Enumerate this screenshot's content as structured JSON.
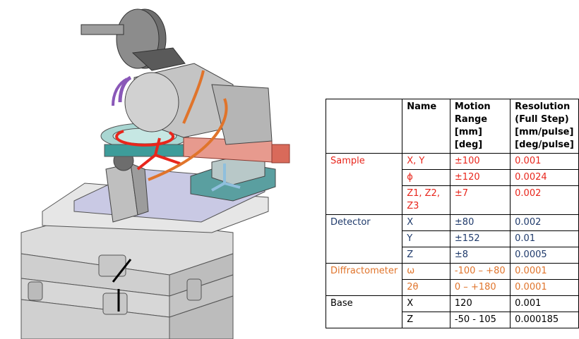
{
  "colors": {
    "sample": "#e8261c",
    "detector": "#1f3a6b",
    "diffractometer": "#e0742b",
    "base": "#000000",
    "stage_red": "#e66a5a",
    "stage_teal": "#3d9c9a",
    "frame_gray": "#d9d9d9",
    "cable_purple": "#8a58b8"
  },
  "icons": {
    "red_arrows": "sample-motion-arrows",
    "blue_arrows": "detector-motion-arrows",
    "orange_arrows": "diffractometer-rotation-arrows",
    "black_arrows": "base-motion-arrows"
  },
  "table": {
    "headers": {
      "group": "",
      "name": "Name",
      "range": "Motion Range [mm] [deg]",
      "resolution": "Resolution (Full Step) [mm/pulse] [deg/pulse]"
    },
    "groups": [
      {
        "label": "Sample",
        "color": "red",
        "rows": [
          {
            "name": "X, Y",
            "range": "±100",
            "res": "0.001"
          },
          {
            "name": "ϕ",
            "range": "±120",
            "res": "0.0024"
          },
          {
            "name": "Z1, Z2, Z3",
            "range": "±7",
            "res": "0.002"
          }
        ]
      },
      {
        "label": "Detector",
        "color": "blue",
        "rows": [
          {
            "name": "X",
            "range": "±80",
            "res": "0.002"
          },
          {
            "name": "Y",
            "range": "±152",
            "res": "0.01"
          },
          {
            "name": "Z",
            "range": "±8",
            "res": "0.0005"
          }
        ]
      },
      {
        "label": "Diffractometer",
        "color": "orange",
        "rows": [
          {
            "name": "ω",
            "range": "-100 – +80",
            "res": "0.0001"
          },
          {
            "name": "2θ",
            "range": "0 – +180",
            "res": "0.0001"
          }
        ]
      },
      {
        "label": "Base",
        "color": "black",
        "rows": [
          {
            "name": "X",
            "range": "120",
            "res": "0.001"
          },
          {
            "name": "Z",
            "range": "-50 - 105",
            "res": "0.000185"
          }
        ]
      }
    ]
  }
}
